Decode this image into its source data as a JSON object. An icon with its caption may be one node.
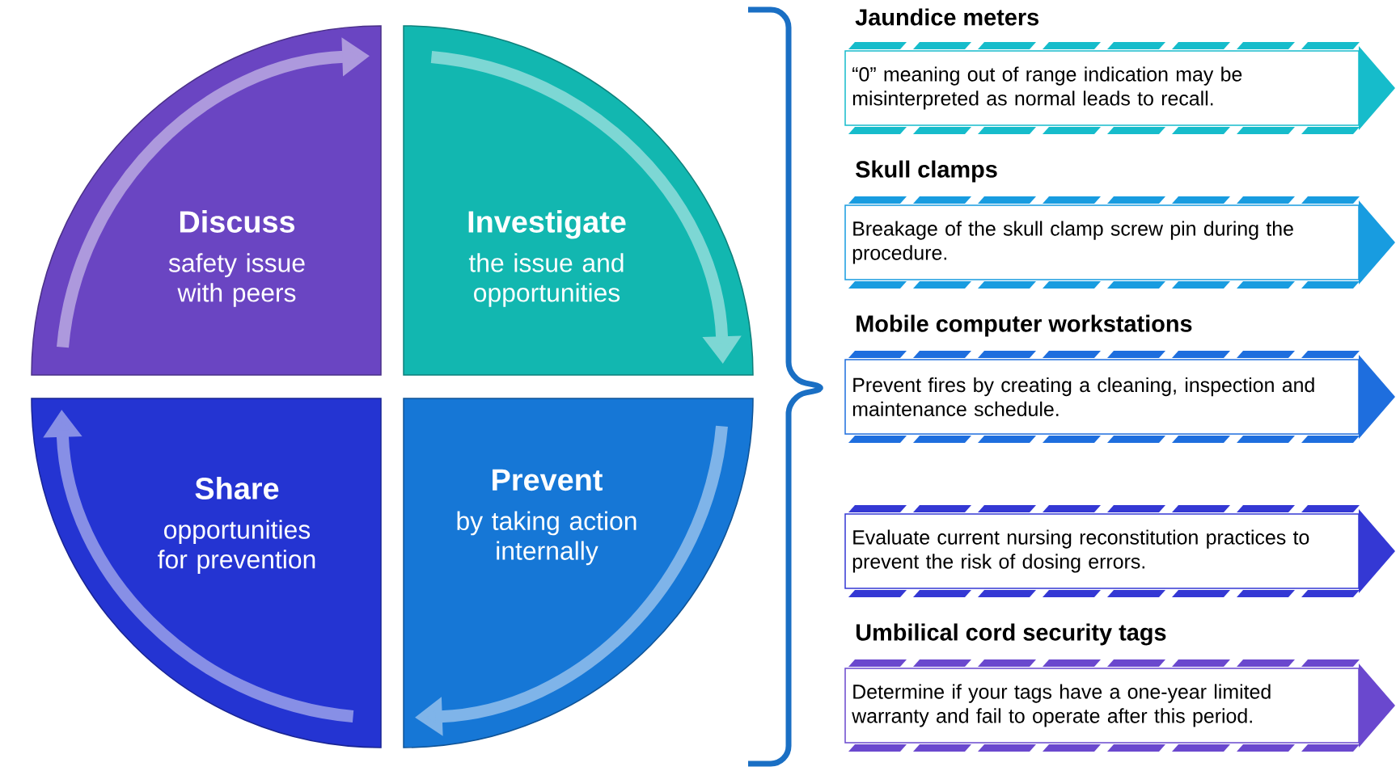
{
  "diagram": {
    "nodes": [
      {
        "text": [
          "Discuss",
          "safety issue with peers"
        ]
      },
      {
        "text": [
          "Investigate",
          "the issue and opportunities"
        ]
      },
      {
        "text": [
          "Share",
          "opportunities for prevention"
        ]
      },
      {
        "text": [
          "Prevent",
          "by taking action internally"
        ]
      },
      {
        "text": [
          "Jaundice meters",
          "“0” meaning out of range indication may be misinterpreted as normal leads to recall."
        ]
      },
      {
        "text": [
          "Skull clamps",
          "Breakage of the skull clamp screw pin during the procedure."
        ]
      },
      {
        "text": [
          "Mobile computer workstations",
          "Prevent fires by creating a cleaning, inspection and maintenance schedule."
        ]
      },
      {
        "text": [
          "Evaluate current nursing reconstitution practices to prevent the risk of dosing errors."
        ]
      },
      {
        "text": [
          "Umbilical cord security tags",
          "Determine if your tags have a one-year limited warranty and fail to operate after this period."
        ]
      }
    ],
    "edges": [
      {
        "from": 0,
        "to": 1,
        "arrow": "to"
      },
      {
        "from": 1,
        "to": 3,
        "arrow": "to"
      },
      {
        "from": 3,
        "to": 2,
        "arrow": "to"
      },
      {
        "from": 2,
        "to": 0,
        "arrow": "to"
      }
    ]
  }
}
